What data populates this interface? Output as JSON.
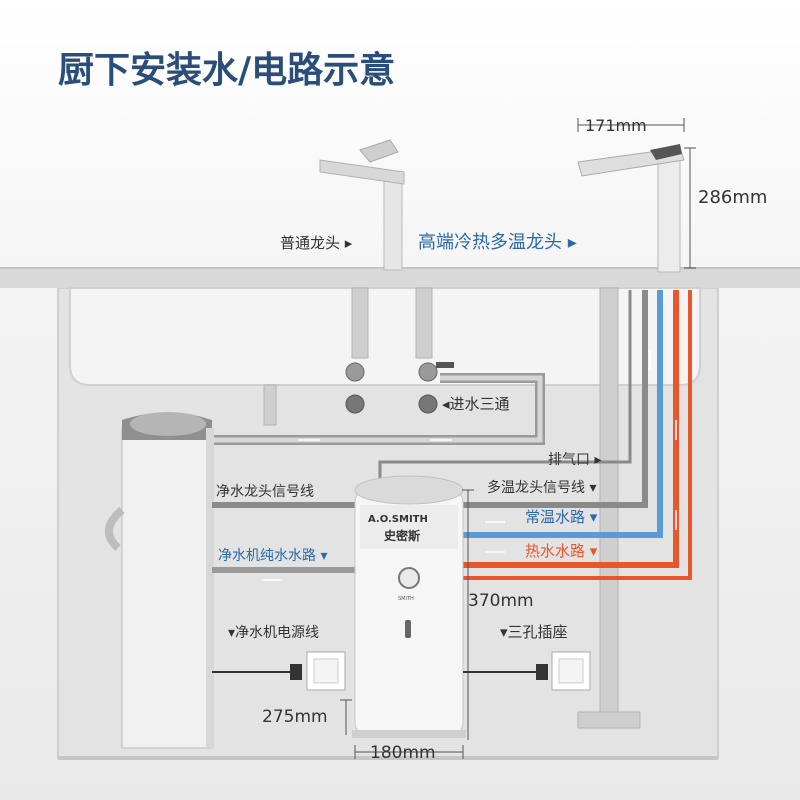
{
  "title": "厨下安装水/电路示意",
  "colors": {
    "hot": "#e8572c",
    "warm": "#5b9bd5",
    "grey_pipe": "#8a8a8a",
    "title_blue": "#2a4d7a",
    "label_blue": "#2a6aa8"
  },
  "labels": {
    "regular_faucet": "普通龙头 ▸",
    "premium_faucet": "高端冷热多温龙头 ▸",
    "inlet_tee": "◂进水三通",
    "vent": "排气口 ▸",
    "faucet_signal": "多温龙头信号线 ▾",
    "normal_temp": "常温水路 ▾",
    "hot_water": "热水水路 ▾",
    "purifier_faucet_signal": "净水龙头信号线",
    "pure_water_line": "净水机纯水水路 ▾",
    "power_cord": "▾净水机电源线",
    "socket": "▾三孔插座"
  },
  "dimensions": {
    "faucet_width": "171mm",
    "faucet_height": "286mm",
    "heater_height": "370mm",
    "heater_base": "275mm",
    "heater_width": "180mm"
  },
  "brand": {
    "name_en": "A.O.SMITH",
    "name_cn": "史密斯",
    "small_label": "SMITH"
  }
}
